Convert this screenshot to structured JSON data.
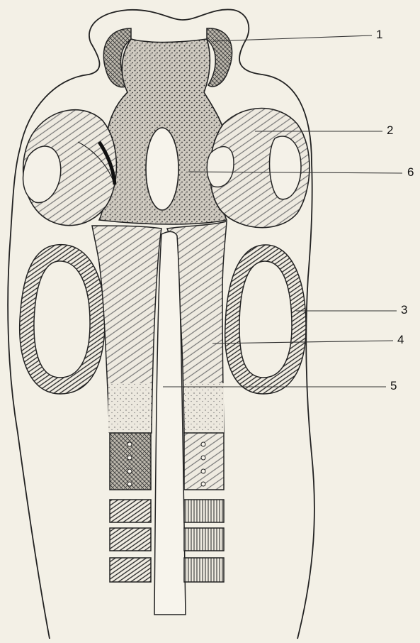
{
  "labels": [
    {
      "id": "1",
      "text": "1"
    },
    {
      "id": "2",
      "text": "2"
    },
    {
      "id": "3",
      "text": "3"
    },
    {
      "id": "4",
      "text": "4"
    },
    {
      "id": "5",
      "text": "5"
    },
    {
      "id": "6",
      "text": "6"
    }
  ],
  "colors": {
    "background": "#f3f0e6",
    "ink": "#222222"
  }
}
